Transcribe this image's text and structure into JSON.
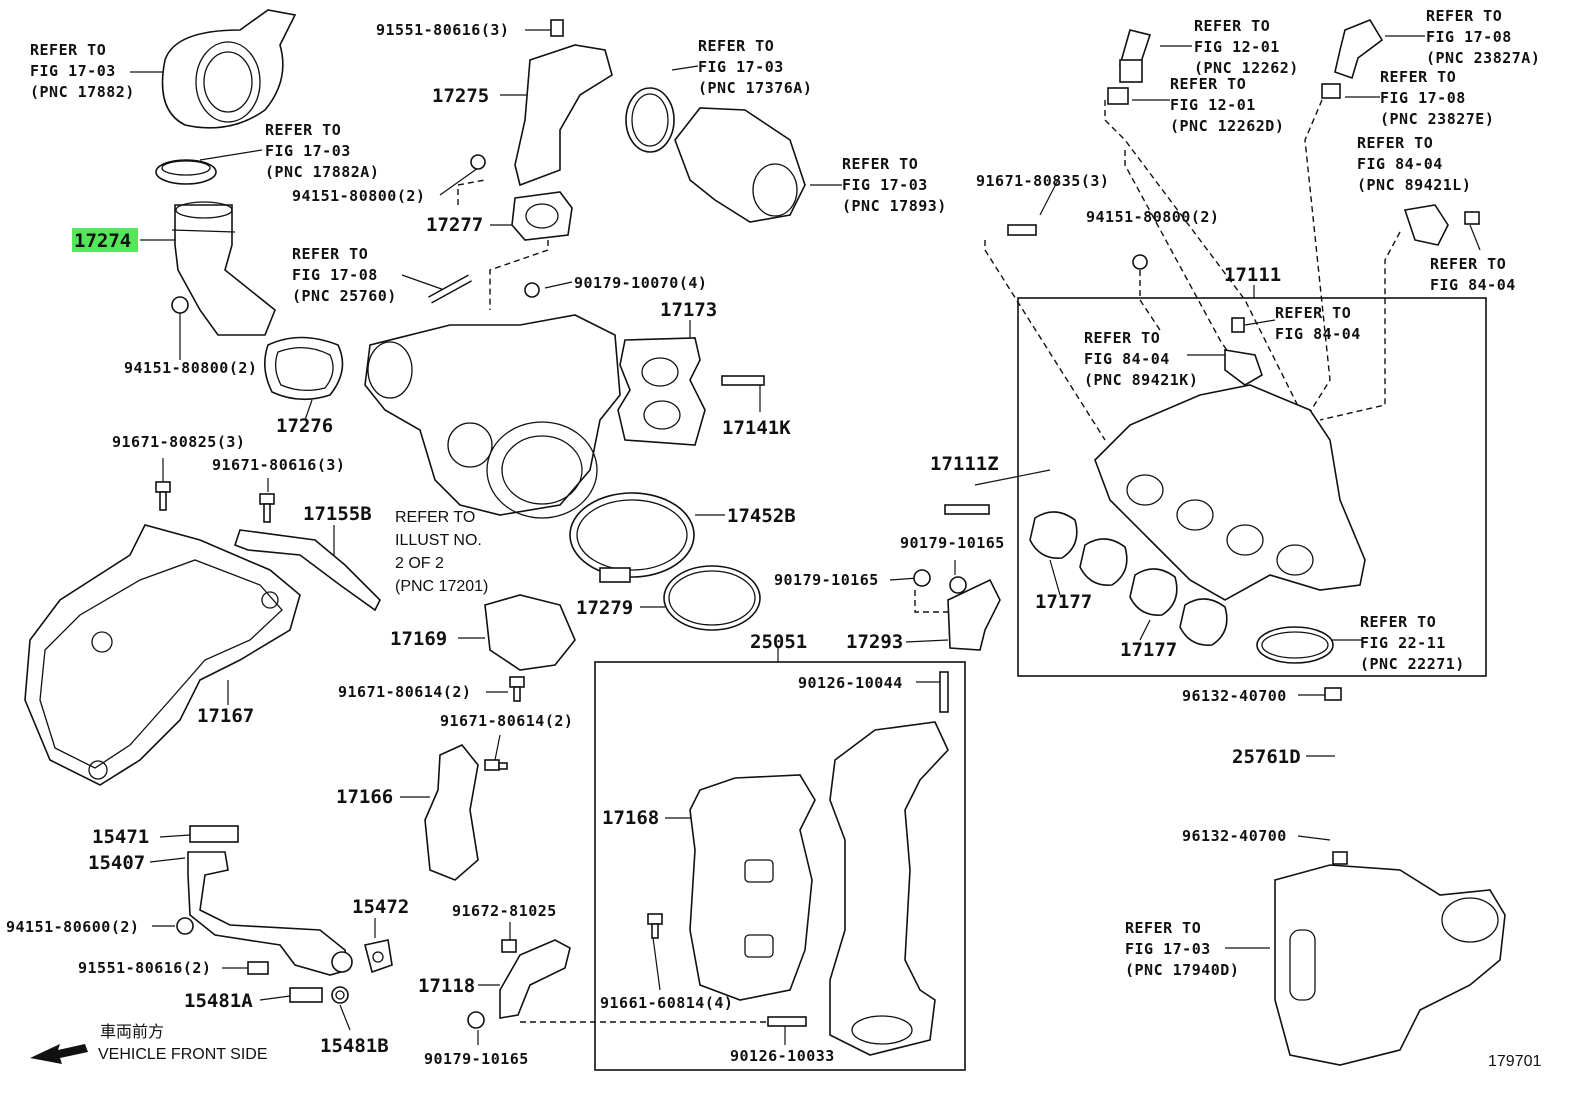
{
  "highlight_part": "17274",
  "labels": {
    "ref_17882": [
      "REFER TO",
      "FIG 17-03",
      "(PNC 17882)"
    ],
    "ref_17882a": [
      "REFER TO",
      "FIG 17-03",
      "(PNC 17882A)"
    ],
    "p17274": "17274",
    "p94151_80800_a": "94151-80800(2)",
    "p17276": "17276",
    "p91551_80616_top": "91551-80616(3)",
    "p17275": "17275",
    "p94151_80800_b": "94151-80800(2)",
    "p17277": "17277",
    "ref_17376a": [
      "REFER TO",
      "FIG 17-03",
      "(PNC 17376A)"
    ],
    "ref_17893": [
      "REFER TO",
      "FIG 17-03",
      "(PNC 17893)"
    ],
    "ref_25760": [
      "REFER TO",
      "FIG 17-08",
      "(PNC 25760)"
    ],
    "p90179_10070": "90179-10070(4)",
    "p17173": "17173",
    "p17141k": "17141K",
    "p91671_80825": "91671-80825(3)",
    "p91671_80616_a": "91671-80616(3)",
    "p17155b": "17155B",
    "ref_17201": [
      "REFER TO",
      "ILLUST NO.",
      "2 OF 2",
      "(PNC 17201)"
    ],
    "p17452b": "17452B",
    "p17279": "17279",
    "p17169": "17169",
    "p17167": "17167",
    "p91671_80614_a": "91671-80614(2)",
    "p91671_80614_b": "91671-80614(2)",
    "p17166": "17166",
    "p15471": "15471",
    "p15407": "15407",
    "p94151_80600": "94151-80600(2)",
    "p91551_80616_b": "91551-80616(2)",
    "p15481a": "15481A",
    "p15472": "15472",
    "p15481b": "15481B",
    "p91672_81025": "91672-81025",
    "p17118": "17118",
    "p90179_10165_bot": "90179-10165",
    "p25051": "25051",
    "p90126_10044": "90126-10044",
    "p17168": "17168",
    "p91661_60814": "91661-60814(4)",
    "p90126_10033": "90126-10033",
    "p91671_80835": "91671-80835(3)",
    "p94151_80800_c": "94151-80800(2)",
    "p17111": "17111",
    "ref_12262": [
      "REFER TO",
      "FIG 12-01",
      "(PNC 12262)"
    ],
    "ref_12262d": [
      "REFER TO",
      "FIG 12-01",
      "(PNC 12262D)"
    ],
    "ref_23827a": [
      "REFER TO",
      "FIG 17-08",
      "(PNC 23827A)"
    ],
    "ref_23827e": [
      "REFER TO",
      "FIG 17-08",
      "(PNC 23827E)"
    ],
    "ref_89421l": [
      "REFER TO",
      "FIG 84-04",
      "(PNC 89421L)"
    ],
    "ref_8404_right": [
      "REFER TO",
      "FIG 84-04"
    ],
    "ref_8404_mid": [
      "REFER TO",
      "FIG 84-04"
    ],
    "ref_89421k": [
      "REFER TO",
      "FIG 84-04",
      "(PNC 89421K)"
    ],
    "p17111z": "17111Z",
    "p90179_10165_a": "90179-10165",
    "p90179_10165_b": "90179-10165",
    "p17177_a": "17177",
    "p17177_b": "17177",
    "p17293": "17293",
    "ref_22271": [
      "REFER TO",
      "FIG 22-11",
      "(PNC 22271)"
    ],
    "p96132_40700_a": "96132-40700",
    "p25761d": "25761D",
    "p96132_40700_b": "96132-40700",
    "ref_17940d": [
      "REFER TO",
      "FIG 17-03",
      "(PNC 17940D)"
    ],
    "front_jp": "車両前方",
    "front_en": "VEHICLE FRONT SIDE",
    "figure_no": "179701"
  }
}
